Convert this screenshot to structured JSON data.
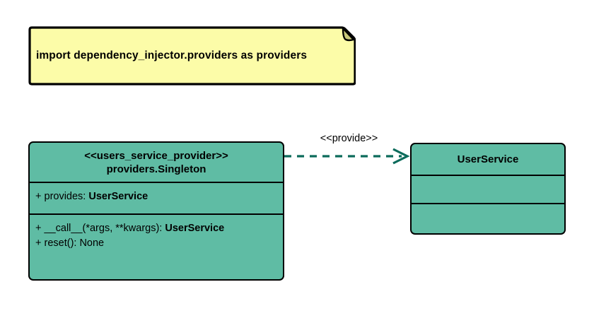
{
  "diagram": {
    "type": "uml-class-diagram",
    "background_color": "#FFFFFF",
    "note": {
      "text": "import dependency_injector.providers as providers",
      "fill_color": "#FCFCA8",
      "fold_color": "#C8C87A",
      "border_color": "#000000"
    },
    "classes": [
      {
        "id": "users-service-provider",
        "stereotype": "<<users_service_provider>>",
        "name": "providers.Singleton",
        "fill_color": "#5FBCA4",
        "border_color": "#000000",
        "attributes": [
          {
            "visibility": "+",
            "label": "provides: ",
            "type": "UserService"
          }
        ],
        "operations": [
          {
            "visibility": "+",
            "label": "__call__(*args, **kwargs): ",
            "type": "UserService"
          },
          {
            "visibility": "+",
            "label": "reset(): None",
            "type": ""
          }
        ]
      },
      {
        "id": "user-service",
        "stereotype": "",
        "name": "UserService",
        "fill_color": "#5FBCA4",
        "border_color": "#000000",
        "attributes": [],
        "operations": []
      }
    ],
    "connectors": [
      {
        "id": "provide-dependency",
        "label": "<<provide>>",
        "style": "dashed",
        "arrow": "open",
        "color": "#0C6B5B",
        "from": "users-service-provider",
        "to": "user-service"
      }
    ]
  }
}
